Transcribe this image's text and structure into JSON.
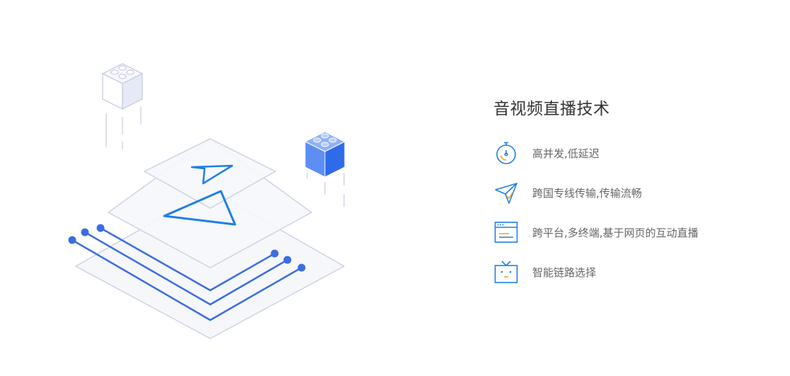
{
  "section": {
    "title": "音视频直播技术"
  },
  "features": [
    {
      "icon": "stopwatch-icon",
      "text": "高并发,低延迟"
    },
    {
      "icon": "paper-plane-icon",
      "text": "跨国专线传输,传输流畅"
    },
    {
      "icon": "browser-window-icon",
      "text": "跨平台,多终端,基于网页的互动直播"
    },
    {
      "icon": "tv-face-icon",
      "text": "智能链路选择"
    }
  ],
  "colors": {
    "accent_blue": "#1f7ee8",
    "accent_orange": "#f5a623",
    "layer_stroke": "#cdd2e6",
    "layer_fill": "#f6f7fb"
  }
}
